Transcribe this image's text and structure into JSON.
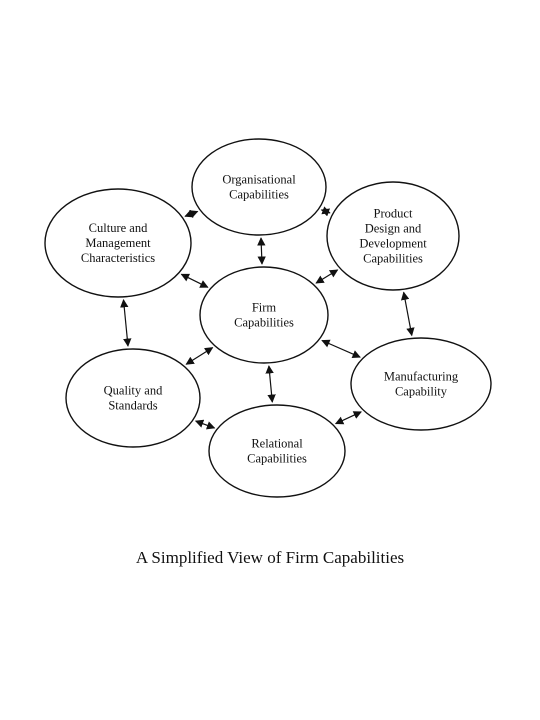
{
  "caption": "A Simplified View of Firm Capabilities",
  "nodes": {
    "firm": {
      "label": [
        "Firm",
        "Capabilities"
      ]
    },
    "organisational": {
      "label": [
        "Organisational",
        "Capabilities"
      ]
    },
    "culture": {
      "label": [
        "Culture and",
        "Management",
        "Characteristics"
      ]
    },
    "product": {
      "label": [
        "Product",
        "Design and",
        "Development",
        "Capabilities"
      ]
    },
    "manufacturing": {
      "label": [
        "Manufacturing",
        "Capability"
      ]
    },
    "quality": {
      "label": [
        "Quality and",
        "Standards"
      ]
    },
    "relational": {
      "label": [
        "Relational",
        "Capabilities"
      ]
    }
  },
  "edges": [
    [
      "firm",
      "organisational"
    ],
    [
      "firm",
      "culture"
    ],
    [
      "firm",
      "product"
    ],
    [
      "firm",
      "manufacturing"
    ],
    [
      "firm",
      "quality"
    ],
    [
      "firm",
      "relational"
    ],
    [
      "organisational",
      "culture"
    ],
    [
      "organisational",
      "product"
    ],
    [
      "product",
      "manufacturing"
    ],
    [
      "manufacturing",
      "relational"
    ],
    [
      "relational",
      "quality"
    ],
    [
      "quality",
      "culture"
    ]
  ]
}
